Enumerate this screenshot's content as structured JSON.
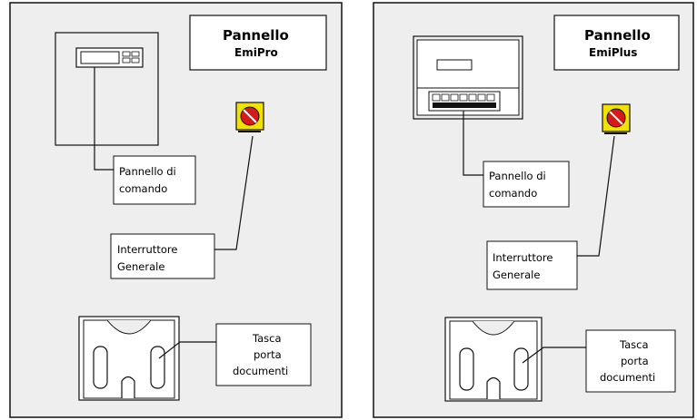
{
  "panels": [
    {
      "title": "Pannello",
      "subtitle": "EmiPro",
      "labels": {
        "control_panel": [
          "Pannello di",
          "comando"
        ],
        "main_switch": [
          "Interruttore",
          "Generale"
        ],
        "document_pocket": [
          "Tasca",
          "porta",
          "documenti"
        ]
      }
    },
    {
      "title": "Pannello",
      "subtitle": "EmiPlus",
      "labels": {
        "control_panel": [
          "Pannello di",
          "comando"
        ],
        "main_switch": [
          "Interruttore",
          "Generale"
        ],
        "document_pocket": [
          "Tasca",
          "porta",
          "documenti"
        ]
      }
    }
  ],
  "colors": {
    "panel_bg": "#eeeeee",
    "line": "#111111",
    "switch_yellow": "#f2e200",
    "switch_red": "#d41a1a"
  }
}
